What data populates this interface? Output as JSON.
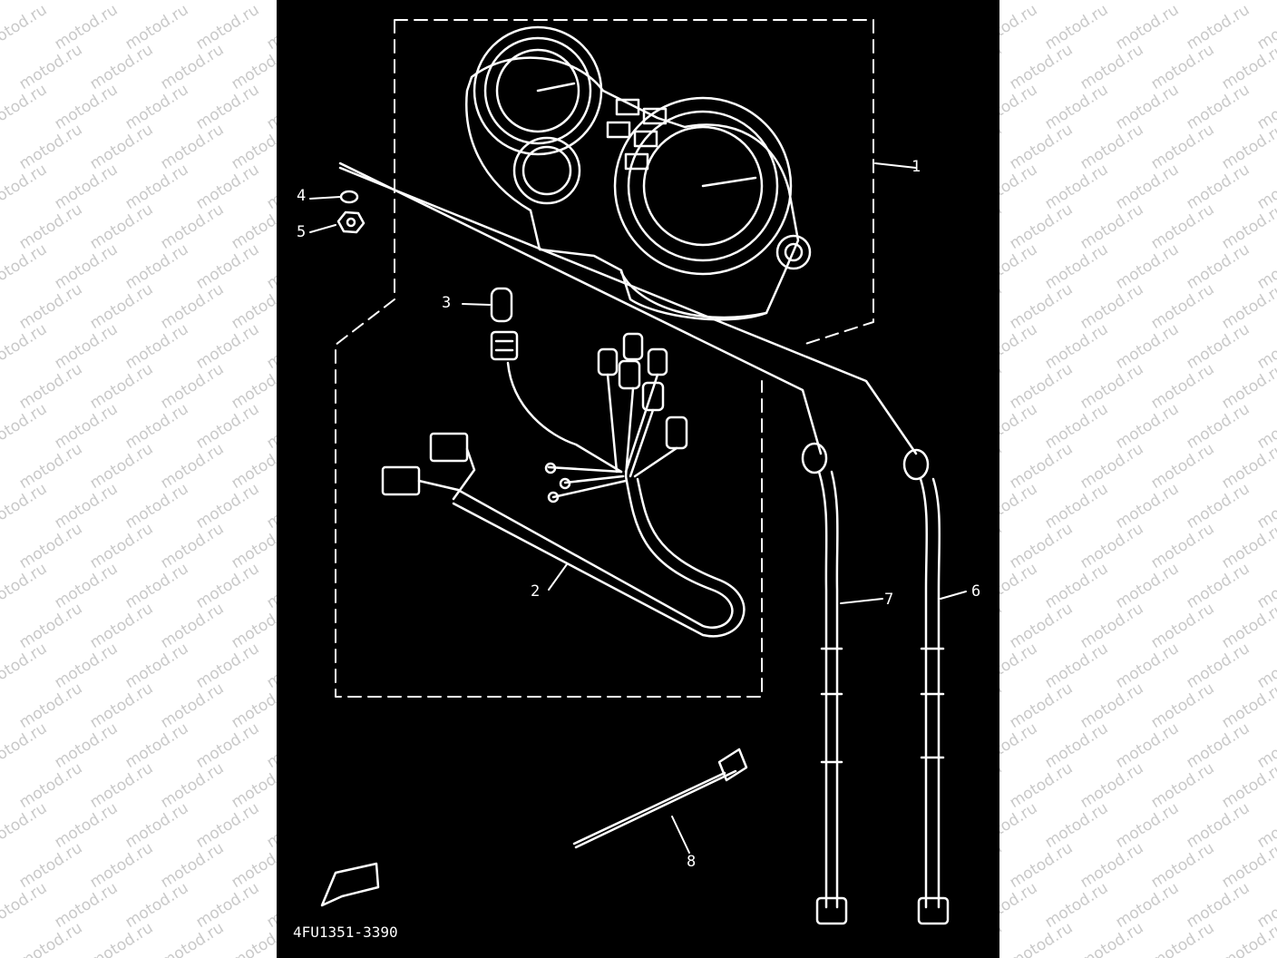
{
  "watermark": {
    "text": "motod.ru"
  },
  "callouts": [
    {
      "id": "1",
      "label": "1"
    },
    {
      "id": "2",
      "label": "2"
    },
    {
      "id": "3",
      "label": "3"
    },
    {
      "id": "4",
      "label": "4"
    },
    {
      "id": "5",
      "label": "5"
    },
    {
      "id": "6",
      "label": "6"
    },
    {
      "id": "7",
      "label": "7"
    },
    {
      "id": "8",
      "label": "8"
    }
  ],
  "figure_code": "4FU1351-3390",
  "colors": {
    "background": "#000000",
    "lines": "#ffffff",
    "watermark": "#c9c9c9"
  }
}
